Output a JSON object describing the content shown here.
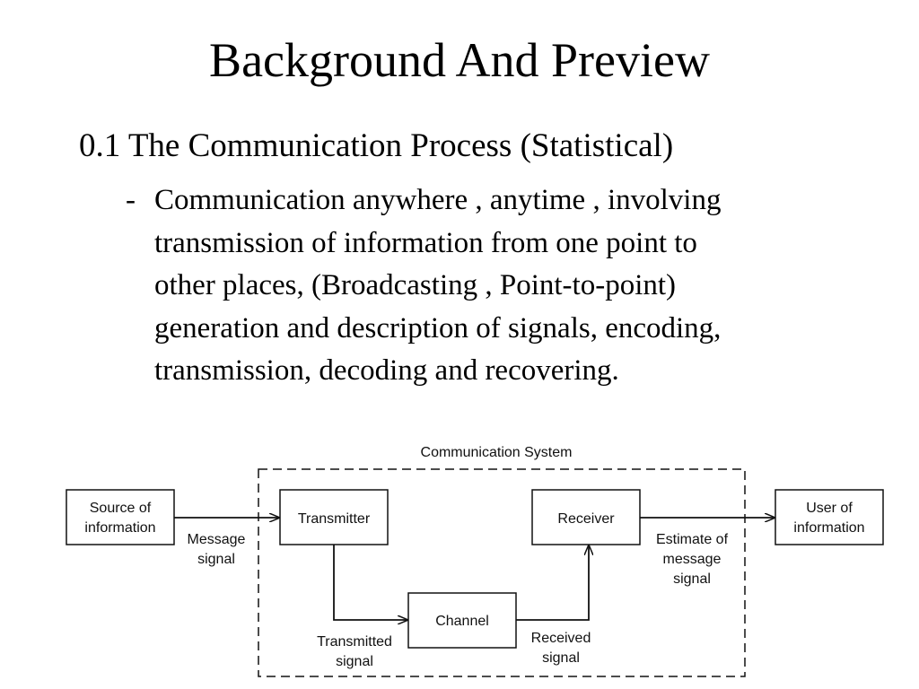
{
  "slide": {
    "title": "Background And Preview",
    "heading": "0.1 The Communication Process (Statistical)",
    "bullet_marker": "-",
    "bullet_lines": [
      "Communication anywhere , anytime , involving",
      "transmission of information from one point to",
      "other places, (Broadcasting , Point-to-point)",
      "generation and description of signals, encoding,",
      "transmission, decoding and recovering."
    ]
  },
  "diagram": {
    "system_label": "Communication System",
    "source_lines": [
      "Source of",
      "information"
    ],
    "transmitter": "Transmitter",
    "receiver": "Receiver",
    "channel": "Channel",
    "user_lines": [
      "User of",
      "information"
    ],
    "message_signal_lines": [
      "Message",
      "signal"
    ],
    "estimate_lines": [
      "Estimate of",
      "message",
      "signal"
    ],
    "transmitted_lines": [
      "Transmitted",
      "signal"
    ],
    "received_lines": [
      "Received",
      "signal"
    ]
  }
}
